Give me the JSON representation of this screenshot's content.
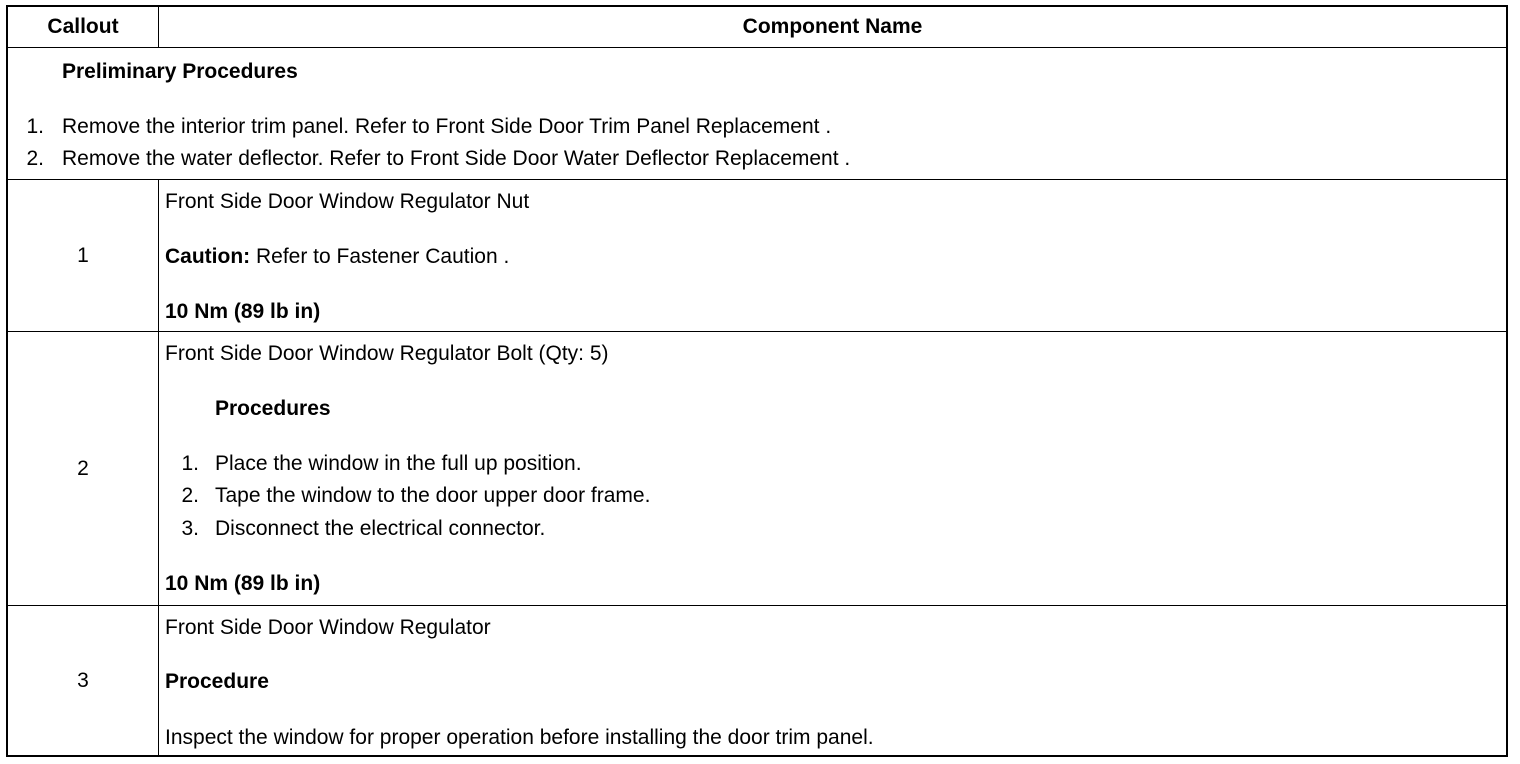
{
  "header": {
    "callout": "Callout",
    "component": "Component Name"
  },
  "preliminary": {
    "title": "Preliminary Procedures",
    "steps": [
      "Remove the interior trim panel. Refer to Front Side Door Trim Panel Replacement .",
      "Remove the water deflector. Refer to Front Side Door Water Deflector Replacement ."
    ]
  },
  "rows": [
    {
      "callout": "1",
      "name": "Front Side Door Window Regulator Nut",
      "caution_label": "Caution:",
      "caution_text": "Refer to Fastener Caution .",
      "torque": "10 Nm (89 lb in)"
    },
    {
      "callout": "2",
      "name": "Front Side Door Window Regulator Bolt (Qty: 5)",
      "procedures_title": "Procedures",
      "steps": [
        "Place the window in the full up position.",
        "Tape the window to the door upper door frame.",
        "Disconnect the electrical connector."
      ],
      "torque": "10 Nm (89 lb in)"
    },
    {
      "callout": "3",
      "name": "Front Side Door Window Regulator",
      "procedure_title": "Procedure",
      "procedure_text": "Inspect the window for proper operation before installing the door trim panel."
    }
  ]
}
